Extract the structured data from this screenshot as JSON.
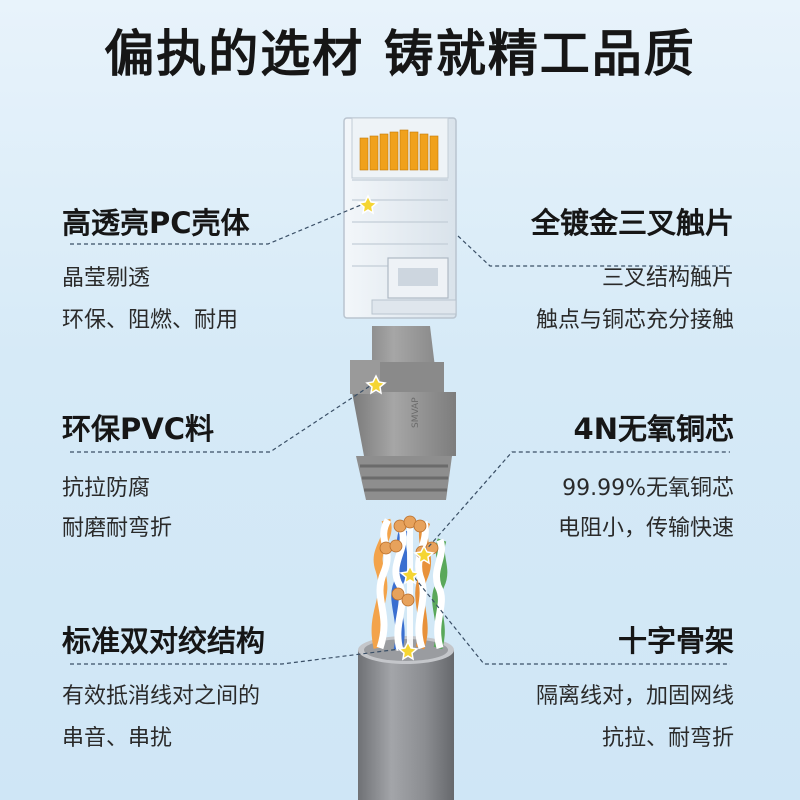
{
  "title": "偏执的选材  铸就精工品质",
  "features": {
    "shell": {
      "heading": "高透亮PC壳体",
      "lines": [
        "晶莹剔透",
        "环保、阻燃、耐用"
      ]
    },
    "contacts": {
      "heading": "全镀金三叉触片",
      "lines": [
        "三叉结构触片",
        "触点与铜芯充分接触"
      ]
    },
    "boot": {
      "heading": "环保PVC料",
      "lines": [
        "抗拉防腐",
        "耐磨耐弯折"
      ]
    },
    "copper": {
      "heading": "4N无氧铜芯",
      "lines": [
        "99.99%无氧铜芯",
        "电阻小，传输快速"
      ]
    },
    "twisted": {
      "heading": "标准双对绞结构",
      "lines": [
        "有效抵消线对之间的",
        "串音、串扰"
      ]
    },
    "cross": {
      "heading": "十字骨架",
      "lines": [
        "隔离线对，加固网线",
        "抗拉、耐弯折"
      ]
    }
  },
  "colors": {
    "accent_marker": "#f5d533",
    "gold_pin": "#f0a11c",
    "boot_gray": "#8c8c8c",
    "cable_gray": "#8a8c90"
  }
}
